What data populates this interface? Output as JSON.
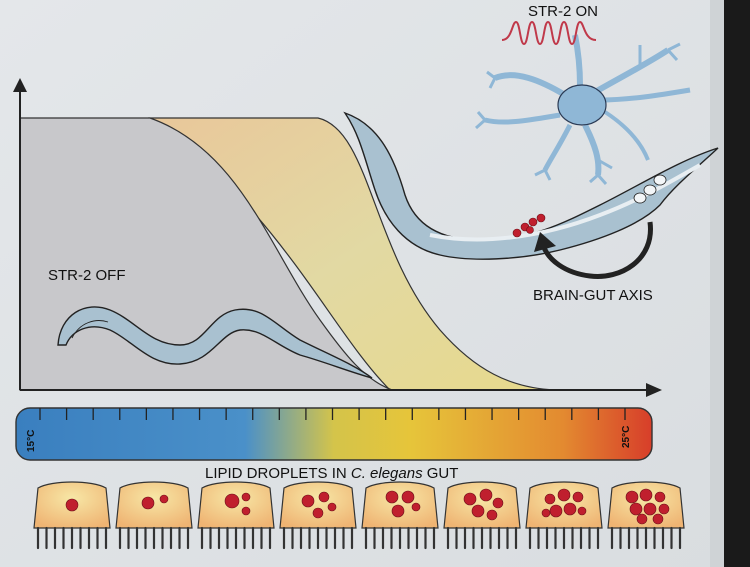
{
  "labels": {
    "str2_on": "STR-2 ON",
    "str2_off": "STR-2 OFF",
    "brain_gut_axis": "BRAIN-GUT AXIS",
    "temp_low": "15°C",
    "temp_high": "25°C",
    "lipid_title_prefix": "LIPID DROPLETS IN ",
    "lipid_title_species": "C. elegans",
    "lipid_title_suffix": " GUT"
  },
  "colors": {
    "paper": "#dfe3e6",
    "grey_region": "#c9c8ca",
    "tan_region": "#e3d7a6",
    "neuron": "#8fb7d6",
    "channel": "#c0394a",
    "worm": "#a9c1d0",
    "bar_cold": "#3f86c4",
    "bar_warm": "#e5c13a",
    "bar_hot": "#d9452c",
    "cell": "#f2cd82",
    "droplet": "#c01f2e"
  },
  "gut_cells": {
    "count": 8,
    "droplets_per_cell": [
      1,
      2,
      3,
      4,
      4,
      5,
      7,
      8
    ]
  }
}
